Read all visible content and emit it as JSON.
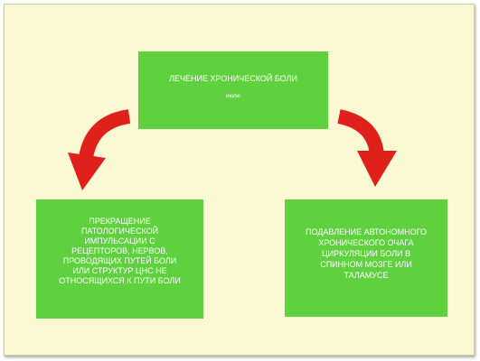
{
  "top_box": {
    "title": "ЛЕЧЕНИЕ ХРОНИЧЕСКОЙ БОЛИ",
    "subtitle": "июлю"
  },
  "left_box": {
    "lines": [
      "ПРЕКРАЩЕНИЕ",
      "ПАТОЛОГИЧЕСКОЙ",
      "ИМПУЛЬСАЦИИ С",
      "РЕЦЕПТОРОВ, НЕРВОВ,",
      "ПРОВОДЯЩИХ ПУТЕЙ  БОЛИ",
      "ИЛИ СТРУКТУР ЦНС НЕ",
      "ОТНОСЯЩИХСЯ К ПУТИ БОЛИ"
    ]
  },
  "right_box": {
    "lines": [
      "ПОДАВЛЕНИЕ АВТОНОМНОГО",
      "ХРОНИЧЕСКОГО ОЧАГА",
      "ЦИРКУЛЯЦИИ БОЛИ В",
      "СПИННОМ МОЗГЕ ИЛИ",
      "ТАЛАМУСЕ"
    ]
  },
  "colors": {
    "background": "#fbf8d4",
    "box_fill": "#5fd13f",
    "box_text": "#ffffff",
    "arrow": "#e0201a"
  }
}
